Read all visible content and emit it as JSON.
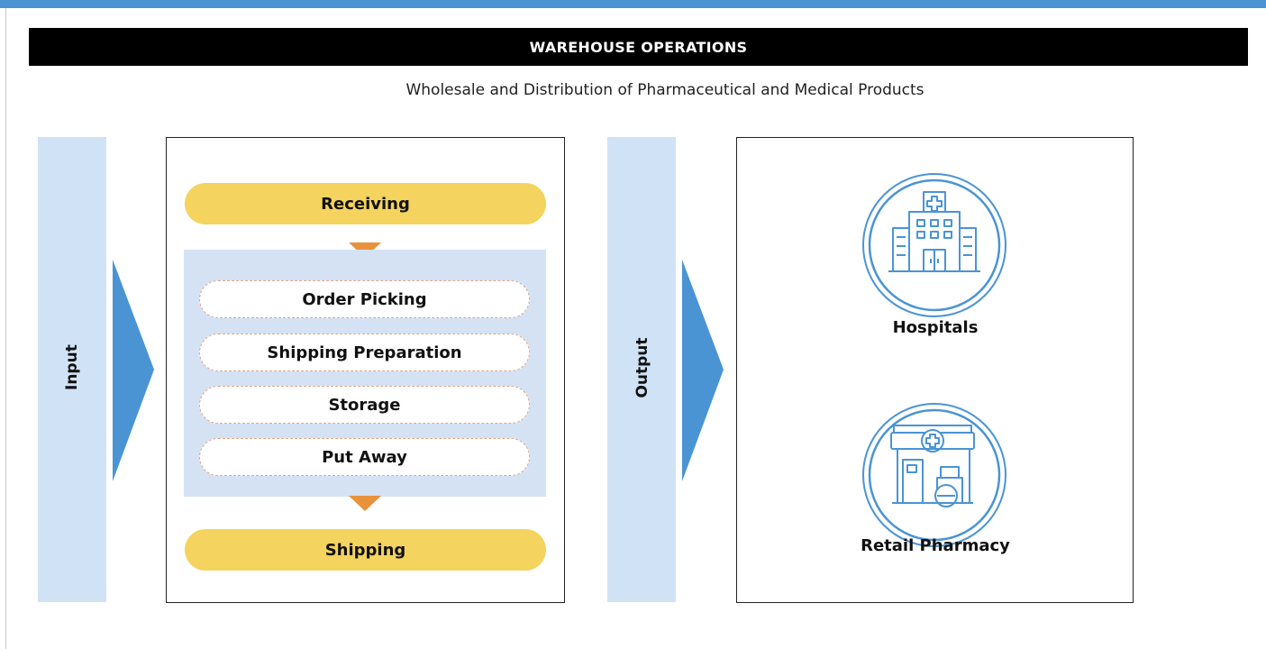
{
  "header": {
    "title": "WAREHOUSE OPERATIONS"
  },
  "subtitle": "Wholesale and Distribution of Pharmaceutical and Medical Products",
  "input_band": {
    "label": "Input"
  },
  "output_band": {
    "label": "Output"
  },
  "process": {
    "start": "Receiving",
    "steps": [
      "Order Picking",
      "Shipping Preparation",
      "Storage",
      "Put Away"
    ],
    "end": "Shipping"
  },
  "outputs": [
    {
      "label": "Hospitals",
      "icon": "hospital-icon"
    },
    {
      "label": "Retail Pharmacy",
      "icon": "pharmacy-icon"
    }
  ],
  "colors": {
    "accent_blue": "#4a94d4",
    "band_blue": "#d0e3f6",
    "pill_yellow": "#f4d35e",
    "arrow_orange": "#e8923c"
  }
}
